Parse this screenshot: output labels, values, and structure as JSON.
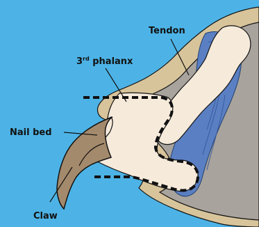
{
  "labels": {
    "tendon": "Tendon",
    "phalanx_num": "3",
    "phalanx_sup": "rd",
    "phalanx_word": " phalanx",
    "nail_bed": "Nail bed",
    "claw": "Claw"
  },
  "colors": {
    "background": "#4db3e6",
    "skin_outer": "#d8c49b",
    "skin_inner": "#a8a39c",
    "tendon": "#5a7fc2",
    "bone": "#f6eadb",
    "claw": "#a48a6c",
    "outline": "#111111"
  }
}
